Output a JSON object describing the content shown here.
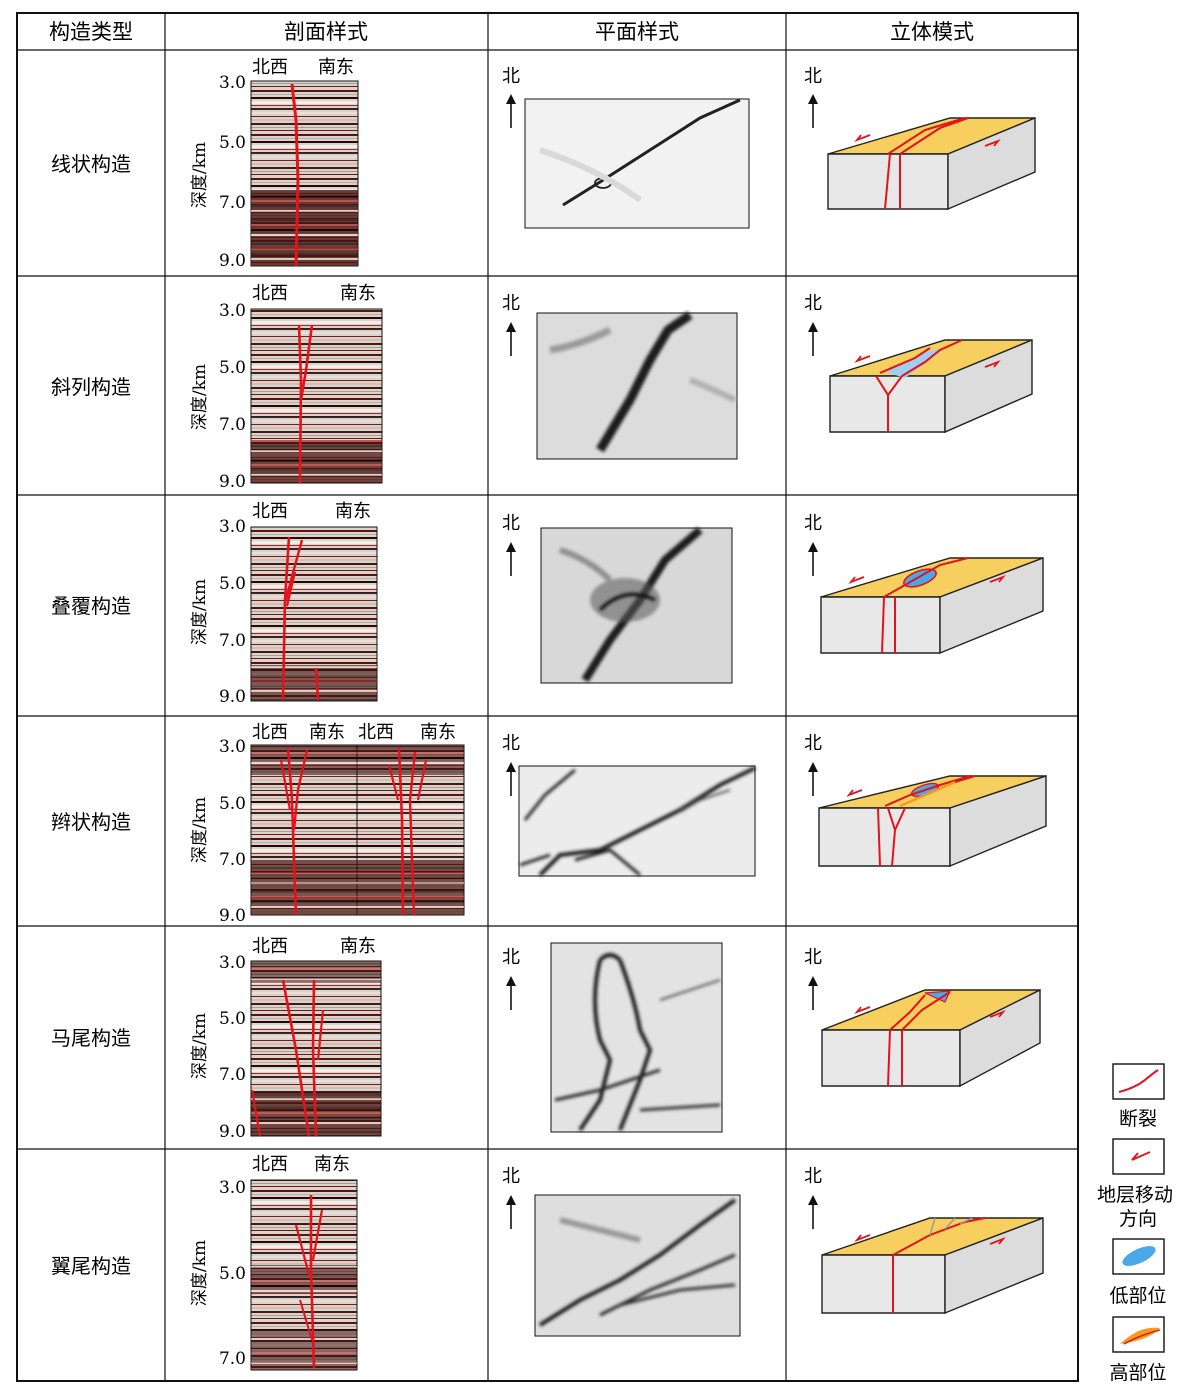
{
  "headers": [
    "构造类型",
    "剖面样式",
    "平面样式",
    "立体模式"
  ],
  "depth_label": "深度/km",
  "north_label": "北",
  "rows": [
    {
      "type": "线状构造",
      "profile_titles": [
        "北西",
        "南东"
      ],
      "ticks": [
        "3.0",
        "5.0",
        "7.0",
        "9.0"
      ]
    },
    {
      "type": "斜列构造",
      "profile_titles": [
        "北西",
        "南东"
      ],
      "ticks": [
        "3.0",
        "5.0",
        "7.0",
        "9.0"
      ]
    },
    {
      "type": "叠覆构造",
      "profile_titles": [
        "北西",
        "南东"
      ],
      "ticks": [
        "3.0",
        "5.0",
        "7.0",
        "9.0"
      ]
    },
    {
      "type": "辫状构造",
      "profile_titles": [
        "北西",
        "南东",
        "北西",
        "南东"
      ],
      "ticks": [
        "3.0",
        "5.0",
        "7.0",
        "9.0"
      ]
    },
    {
      "type": "马尾构造",
      "profile_titles": [
        "北西",
        "南东"
      ],
      "ticks": [
        "3.0",
        "5.0",
        "7.0",
        "9.0"
      ]
    },
    {
      "type": "翼尾构造",
      "profile_titles": [
        "北西",
        "南东"
      ],
      "ticks": [
        "3.0",
        "5.0",
        "7.0"
      ]
    }
  ],
  "legend": [
    {
      "label": "断裂",
      "icon": "fault-line-icon"
    },
    {
      "label": "地层移动方向",
      "icon": "movement-arrow-icon"
    },
    {
      "label": "低部位",
      "icon": "low-position-icon"
    },
    {
      "label": "高部位",
      "icon": "high-position-icon"
    }
  ],
  "colors": {
    "fault": "#e3121b",
    "surface": "#f6cf5e",
    "block": "#e8e8e8",
    "low": "#49a9e8",
    "high": "#f59a1e"
  }
}
